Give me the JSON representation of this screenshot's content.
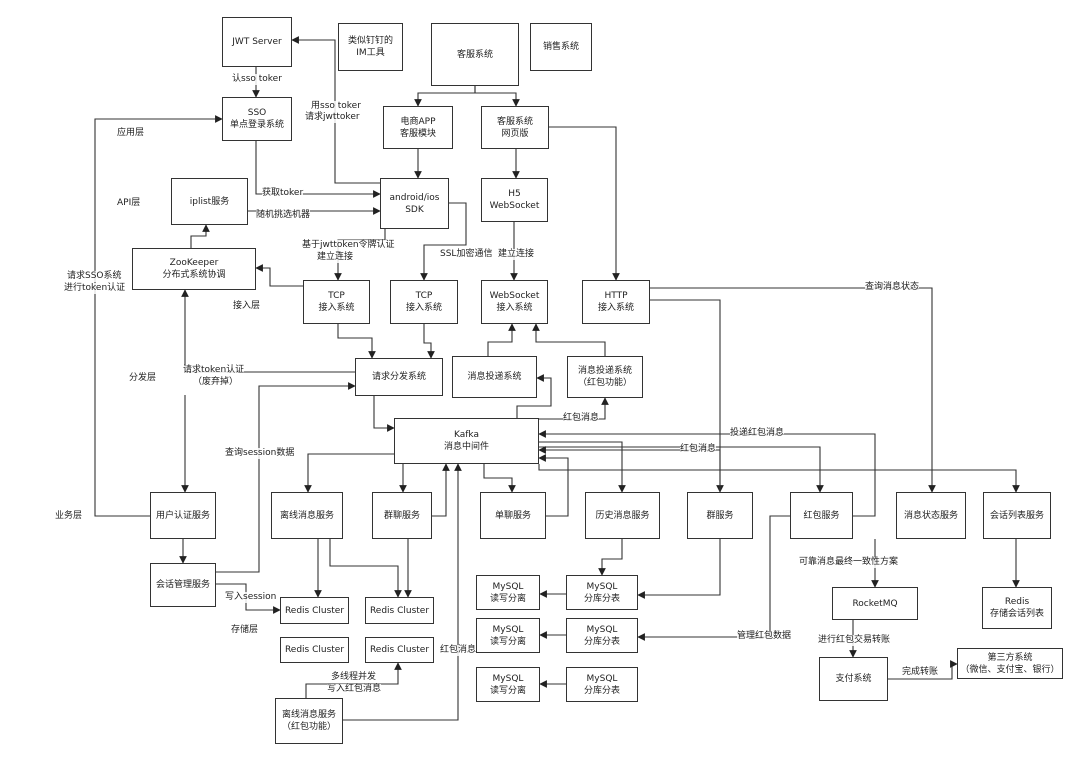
{
  "boxes": {
    "jwt": [
      "JWT Server"
    ],
    "im": [
      "类似钉钉的",
      "IM工具"
    ],
    "kf": [
      "客服系统"
    ],
    "xs": [
      "销售系统"
    ],
    "sso": [
      "SSO",
      "单点登录系统"
    ],
    "app": [
      "电商APP",
      "客服模块"
    ],
    "web": [
      "客服系统",
      "网页版"
    ],
    "iplist": [
      "iplist服务"
    ],
    "sdk": [
      "android/ios",
      "SDK"
    ],
    "h5": [
      "H5",
      "WebSocket"
    ],
    "zk": [
      "ZooKeeper",
      "分布式系统协调"
    ],
    "tcp1": [
      "TCP",
      "接入系统"
    ],
    "tcp2": [
      "TCP",
      "接入系统"
    ],
    "ws": [
      "WebSocket",
      "接入系统"
    ],
    "http": [
      "HTTP",
      "接入系统"
    ],
    "qqfz": [
      "请求分发系统"
    ],
    "xxtd": [
      "消息投递系统"
    ],
    "xxtd2": [
      "消息投递系统",
      "（红包功能）"
    ],
    "kafka": [
      "Kafka",
      "消息中间件"
    ],
    "userauth": [
      "用户认证服务"
    ],
    "lixian": [
      "离线消息服务"
    ],
    "qunliao": [
      "群聊服务"
    ],
    "danliao": [
      "单聊服务"
    ],
    "lishi": [
      "历史消息服务"
    ],
    "qun": [
      "群服务"
    ],
    "hongbao": [
      "红包服务"
    ],
    "xxzt": [
      "消息状态服务"
    ],
    "hhlb": [
      "会话列表服务"
    ],
    "hhgl": [
      "会话管理服务"
    ],
    "rc1": [
      "Redis Cluster"
    ],
    "rc2": [
      "Redis Cluster"
    ],
    "rc3": [
      "Redis Cluster"
    ],
    "rc4": [
      "Redis Cluster"
    ],
    "mysql_r1": [
      "MySQL",
      "读写分离"
    ],
    "mysql_s1": [
      "MySQL",
      "分库分表"
    ],
    "mysql_r2": [
      "MySQL",
      "读写分离"
    ],
    "mysql_s2": [
      "MySQL",
      "分库分表"
    ],
    "mysql_r3": [
      "MySQL",
      "读写分离"
    ],
    "mysql_s3": [
      "MySQL",
      "分库分表"
    ],
    "redis_hh": [
      "Redis",
      "存储会话列表"
    ],
    "rocketmq": [
      "RocketMQ"
    ],
    "zhifu": [
      "支付系统"
    ],
    "disanfang": [
      "第三方系统",
      "（微信、支付宝、银行）"
    ],
    "lixian2": [
      "离线消息服务",
      "（红包功能）"
    ]
  },
  "labels": {
    "l_ssotoken": "认sso toker",
    "l_ssotoken2": "用sso toker",
    "l_jwt": "请求jwttoker",
    "l_getken": "获取toker",
    "l_random": "随机挑选机器",
    "l_jwtauth1": "基于jwttoken令牌认证",
    "l_jwtauth2": "建立连接",
    "l_ssl": "SSL加密通信",
    "l_conn": "建立连接",
    "l_query": "查询消息状态",
    "l_tokenauth1": "请求token认证",
    "l_tokenauth2": "（废弃掉）",
    "l_hbxx": "红包消息",
    "l_tdhb": "投递红包消息",
    "l_hbxx2": "红包消息",
    "l_session": "查询session数据",
    "l_write": "写入session",
    "l_glhb": "管理红包数据",
    "l_kk": "可靠消息最终一致性方案",
    "l_jxhb": "进行红包交易转账",
    "l_wczz": "完成转账",
    "l_hbxx3": "红包消息",
    "l_dxc1": "多线程并发",
    "l_dxc2": "写入红包消息",
    "l_ssoreq1": "请求SSO系统",
    "l_ssoreq2": "进行token认证"
  },
  "layers": {
    "app": "应用层",
    "api": "API层",
    "access": "接入层",
    "dispatch": "分发层",
    "business": "业务层",
    "storage": "存储层"
  }
}
